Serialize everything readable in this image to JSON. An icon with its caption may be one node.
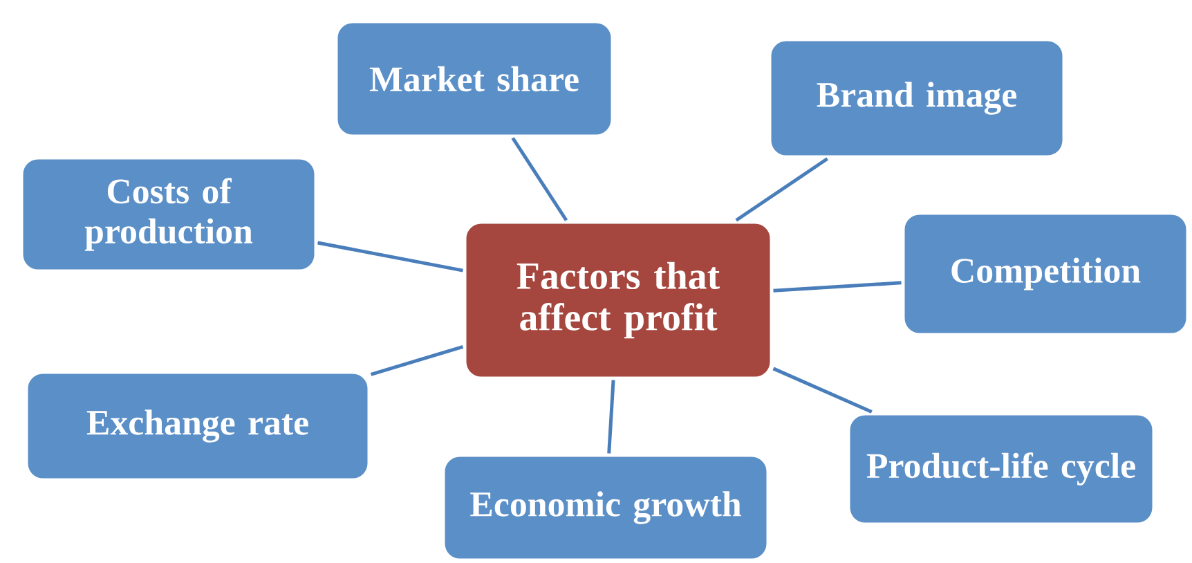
{
  "diagram": {
    "nodes": [
      {
        "text": [
          "Factors that affect profit"
        ]
      },
      {
        "text": [
          "Market share"
        ]
      },
      {
        "text": [
          "Brand image"
        ]
      },
      {
        "text": [
          "Costs of production"
        ]
      },
      {
        "text": [
          "Competition"
        ]
      },
      {
        "text": [
          "Exchange rate"
        ]
      },
      {
        "text": [
          "Economic growth"
        ]
      },
      {
        "text": [
          "Product-life cycle"
        ]
      }
    ],
    "edges": [
      {
        "from": 0,
        "to": 1,
        "arrow": "none"
      },
      {
        "from": 0,
        "to": 2,
        "arrow": "none"
      },
      {
        "from": 0,
        "to": 3,
        "arrow": "none"
      },
      {
        "from": 0,
        "to": 4,
        "arrow": "none"
      },
      {
        "from": 0,
        "to": 5,
        "arrow": "none"
      },
      {
        "from": 0,
        "to": 6,
        "arrow": "none"
      },
      {
        "from": 0,
        "to": 7,
        "arrow": "none"
      }
    ]
  }
}
